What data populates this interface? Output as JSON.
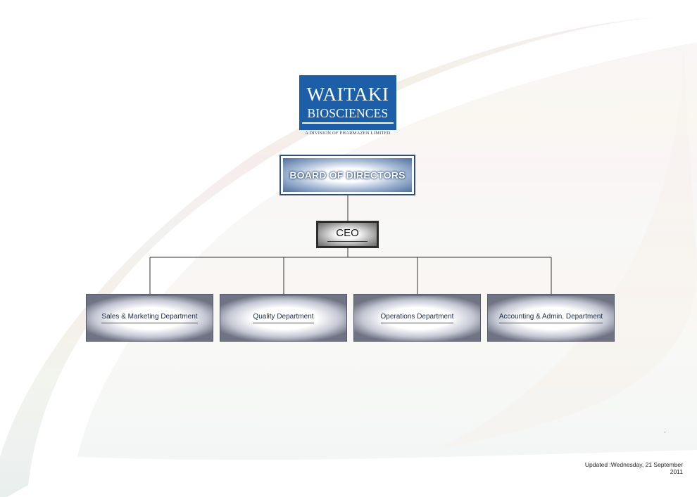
{
  "logo": {
    "line1": "WAITAKI",
    "line2": "BIOSCIENCES",
    "tagline": "A DIVISION OF PHARMAZEN LIMITED"
  },
  "org": {
    "board": "BOARD OF DIRECTORS",
    "ceo": "CEO",
    "departments": [
      "Sales & Marketing Department",
      "Quality Department",
      "Operations Department",
      "Accounting & Admin. Department"
    ]
  },
  "footer": {
    "mark": "'",
    "updated_line1": "Updated :Wednesday, 21 September",
    "updated_line2": "2011"
  },
  "colors": {
    "logo_bg": "#1c5fa8",
    "board_border": "#2e4d7a",
    "dept_bg": "#6f7383",
    "connector": "#333333"
  }
}
